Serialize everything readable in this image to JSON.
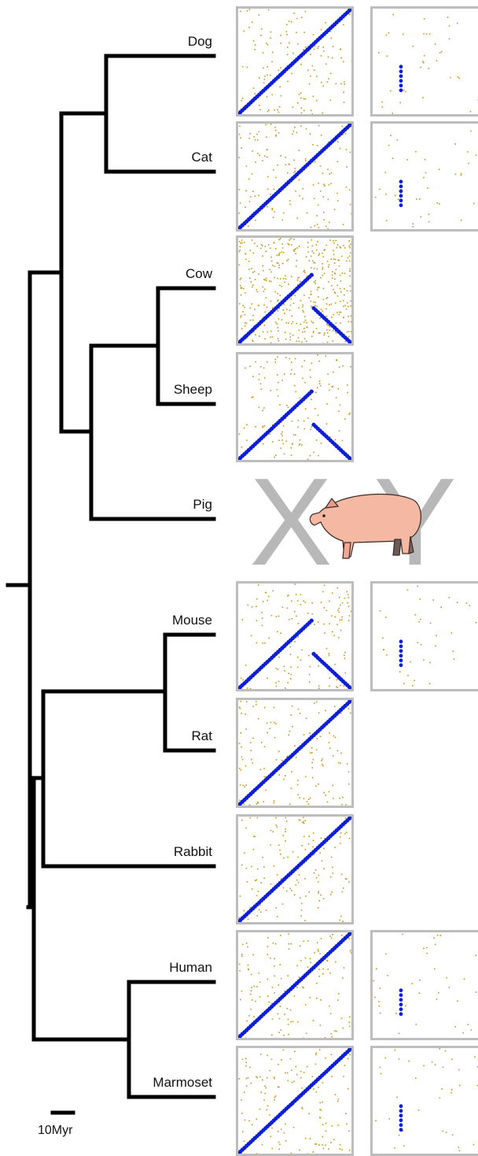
{
  "tree": {
    "species": [
      {
        "name": "Dog",
        "panels": [
          "x",
          "y"
        ]
      },
      {
        "name": "Cat",
        "panels": [
          "x",
          "y"
        ]
      },
      {
        "name": "Cow",
        "panels": [
          "x"
        ]
      },
      {
        "name": "Sheep",
        "panels": [
          "x"
        ]
      },
      {
        "name": "Pig",
        "panels": []
      },
      {
        "name": "Mouse",
        "panels": [
          "x",
          "y"
        ]
      },
      {
        "name": "Rat",
        "panels": [
          "x"
        ]
      },
      {
        "name": "Rabbit",
        "panels": [
          "x"
        ]
      },
      {
        "name": "Human",
        "panels": [
          "x",
          "y"
        ]
      },
      {
        "name": "Marmoset",
        "panels": [
          "x",
          "y"
        ]
      }
    ],
    "scale_bar_label": "10Myr"
  },
  "pig_header": {
    "x_letter": "X",
    "y_letter": "Y"
  },
  "colors": {
    "branch": "#000000",
    "panel_border": "#bdbdbd",
    "synteny_dots": "#0d1fd6",
    "background_hits": "#c8951a",
    "letters": "#b8b8b8",
    "pig_body": "#f4b8a3"
  }
}
